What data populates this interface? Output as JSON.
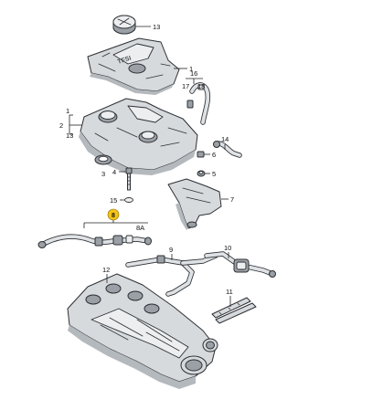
{
  "callouts": {
    "c1": "1",
    "c2": "2",
    "c3": "3",
    "c4": "4",
    "c5": "5",
    "c6": "6",
    "c7": "7",
    "c8": "8",
    "c8a": "8A",
    "c9": "9",
    "c10": "10",
    "c11": "11",
    "c12": "12",
    "c13a": "13",
    "c13b": "13",
    "c14": "14",
    "c15": "15",
    "c16": "16",
    "c17": "17",
    "c18": "18"
  },
  "embossed_text": "TFSI",
  "colors": {
    "highlight_badge": "#f3c318",
    "part_fill": "#d7dadd",
    "line": "#2c2f33"
  }
}
